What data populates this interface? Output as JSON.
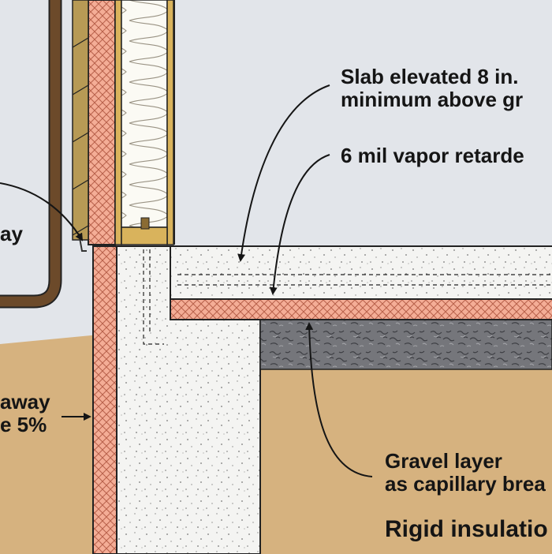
{
  "labels": {
    "slab_elevated": {
      "line1": "Slab elevated 8 in.",
      "line2": "minimum above gr"
    },
    "vapor_retarder": {
      "line1": "6 mil vapor retarde"
    },
    "gravel_layer": {
      "line1": "Gravel layer",
      "line2": "as capillary brea"
    },
    "rigid_insulation": {
      "line1": "Rigid insulatio"
    },
    "grade_slope": {
      "line1": "away",
      "line2": "e 5%"
    },
    "left_partial": {
      "line1": "ay"
    }
  },
  "colors": {
    "sky": "#e2e5ea",
    "soil": "#d6b27f",
    "concrete": "#f4f4f2",
    "insulation": "#f4ad96",
    "gravel": "#77777d",
    "wood": "#d9b35c",
    "downspout": "#6c4a2a",
    "ink": "#151515"
  }
}
